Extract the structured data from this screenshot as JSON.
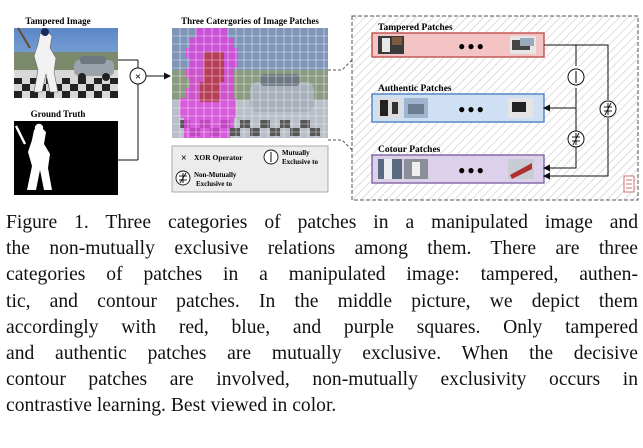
{
  "figure": {
    "left_panel": {
      "tampered_image_label": "Tampered Image",
      "ground_truth_label": "Ground Truth",
      "xor_symbol": "×"
    },
    "middle_panel": {
      "title": "Three Catergories of Image Patches"
    },
    "legend": {
      "xor_symbol": "×",
      "xor_label": "XOR Operator",
      "mutually_exclusive_label_line1": "Mutually",
      "mutually_exclusive_label_line2": "Exclusive to",
      "non_mutually_label_line1": "Non-Mutually",
      "non_mutually_label_line2": "Exclusive to"
    },
    "right_panel": {
      "groups": [
        {
          "title": "Tampered Patches",
          "color": "#e8a0a0",
          "border": "#c0504d"
        },
        {
          "title": "Authentic Patches",
          "color": "#b7cde8",
          "border": "#4f81bd"
        },
        {
          "title": "Cotour Patches",
          "color": "#cdb9dd",
          "border": "#8064a2"
        }
      ],
      "ellipsis": "●●●"
    },
    "colors": {
      "tampered": "#c0504d",
      "authentic": "#4f81bd",
      "contour": "#8064a2",
      "magenta_overlay": "#e040e0"
    }
  },
  "caption": {
    "lines": [
      "Figure 1. Three categories of patches in a manipulated image and",
      "the non-mutually exclusive relations among them. There are three",
      "categories of patches in a manipulated image: tampered, authen-",
      "tic, and contour patches. In the middle picture, we depict them",
      "accordingly with red, blue, and purple squares. Only tampered",
      "and authentic patches are mutually exclusive. When the decisive",
      "contour patches are involved, non-mutually exclusivity occurs in",
      "contrastive learning. Best viewed in color."
    ]
  }
}
